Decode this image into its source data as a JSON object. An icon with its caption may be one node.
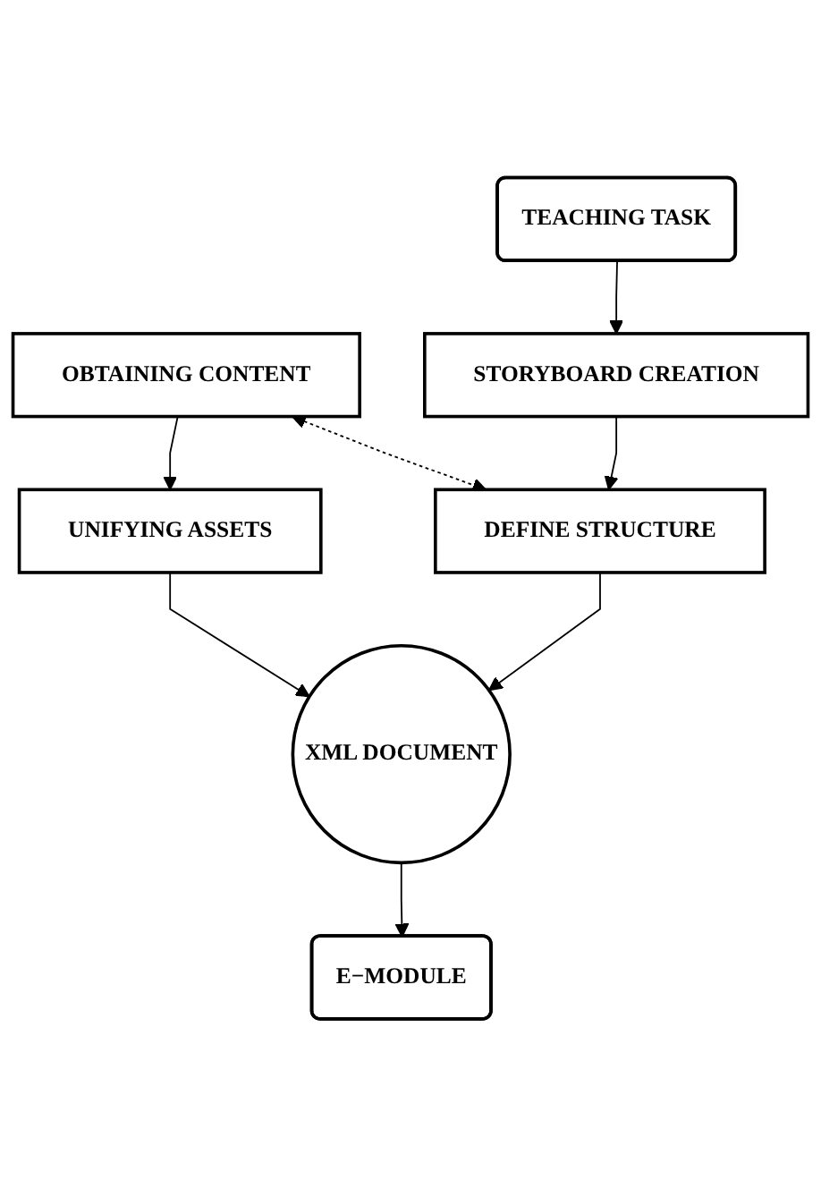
{
  "diagram": {
    "nodes": [
      {
        "text": [
          "TEACHING TASK"
        ]
      },
      {
        "text": [
          "OBTAINING CONTENT"
        ]
      },
      {
        "text": [
          "STORYBOARD CREATION"
        ]
      },
      {
        "text": [
          "UNIFYING ASSETS"
        ]
      },
      {
        "text": [
          "DEFINE STRUCTURE"
        ]
      },
      {
        "text": [
          "XML DOCUMENT"
        ]
      },
      {
        "text": [
          "E−MODULE"
        ]
      }
    ],
    "edges": [
      {
        "from": 0,
        "to": 2,
        "arrow": "to"
      },
      {
        "from": 2,
        "to": 4,
        "arrow": "to"
      },
      {
        "from": 1,
        "to": 3,
        "arrow": "to"
      },
      {
        "from": 1,
        "to": 4,
        "arrow": "both",
        "style": "dashed"
      },
      {
        "from": 3,
        "to": 5,
        "arrow": "to"
      },
      {
        "from": 4,
        "to": 5,
        "arrow": "to"
      },
      {
        "from": 5,
        "to": 6,
        "arrow": "to"
      }
    ]
  }
}
